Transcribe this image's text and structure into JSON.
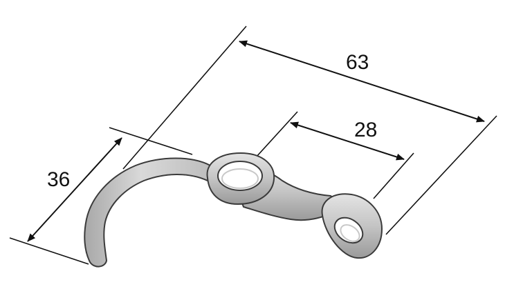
{
  "dimensions": {
    "overall_length": "63",
    "hole_spacing": "28",
    "hook_depth": "36"
  },
  "colors": {
    "metal_light": "#d6d6d6",
    "metal_mid": "#b7b7b7",
    "metal_dark": "#8e8e8e",
    "outline": "#3a3a3a",
    "dimension_lines": "#111111",
    "background": "#ffffff"
  }
}
